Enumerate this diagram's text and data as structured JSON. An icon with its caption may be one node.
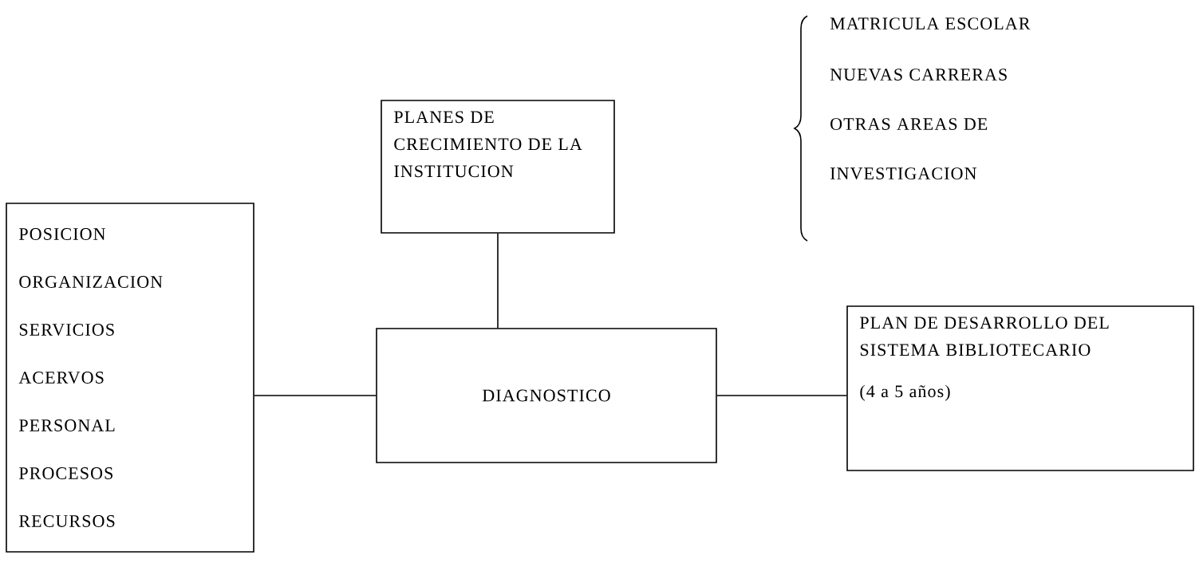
{
  "diagram": {
    "nodes": [
      {
        "text": [
          "POSICION",
          "ORGANIZACION",
          "SERVICIOS",
          "ACERVOS",
          "PERSONAL",
          "PROCESOS",
          "RECURSOS"
        ]
      },
      {
        "text": [
          "PLANES DE CRECIMIENTO DE LA INSTITUCION"
        ]
      },
      {
        "text": [
          "DIAGNOSTICO"
        ]
      },
      {
        "text": [
          "PLAN DE DESARROLLO DEL SISTEMA BIBLIOTECARIO",
          "(4 a 5 años)"
        ]
      }
    ],
    "edges": [
      {
        "from": 0,
        "to": 2,
        "arrow": "none"
      },
      {
        "from": 1,
        "to": 2,
        "arrow": "none"
      },
      {
        "from": 2,
        "to": 3,
        "arrow": "none"
      }
    ],
    "labels": [
      "MATRICULA ESCOLAR",
      "NUEVAS CARRERAS",
      "OTRAS AREAS DE INVESTIGACION"
    ]
  }
}
